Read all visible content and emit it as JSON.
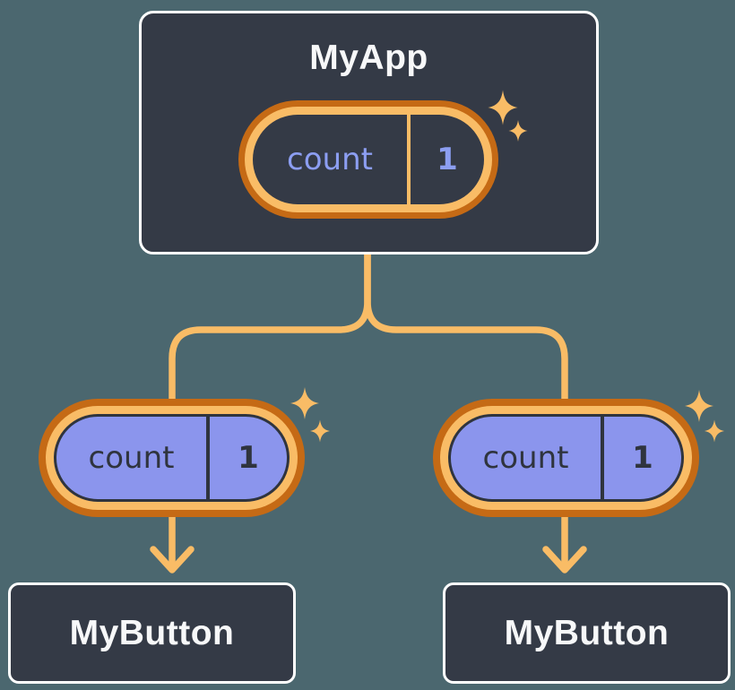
{
  "colors": {
    "background": "#4B676F",
    "node_bg": "#343A46",
    "node_border": "#FFFFFF",
    "node_text": "#F7F8F9",
    "orange_dark": "#C56A15",
    "orange_light": "#F9BC66",
    "purple_fill": "#8B95ED",
    "purple_text": "#8C9EF2",
    "dark_text": "#2F343E"
  },
  "icons": {
    "sparkle": "✦"
  },
  "tree": {
    "root": {
      "label": "MyApp",
      "state": {
        "name": "count",
        "value": "1"
      }
    },
    "children": [
      {
        "label": "MyButton",
        "prop": {
          "name": "count",
          "value": "1"
        }
      },
      {
        "label": "MyButton",
        "prop": {
          "name": "count",
          "value": "1"
        }
      }
    ]
  }
}
